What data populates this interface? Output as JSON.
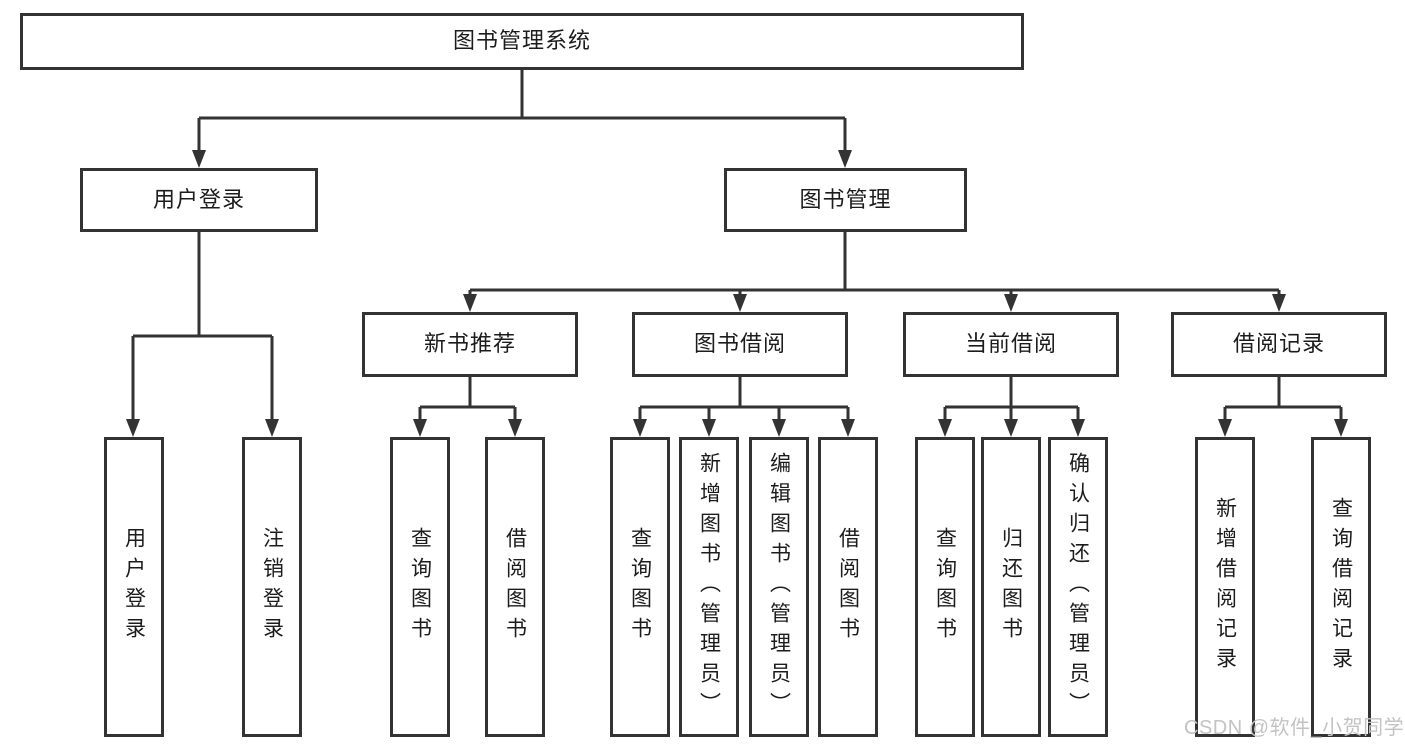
{
  "colors": {
    "line": "#333333",
    "box_border": "#333333",
    "box_bg": "#ffffff",
    "text": "#1c1c1c",
    "watermark": "#c3c3c3"
  },
  "diagram": {
    "root": {
      "label": "图书管理系统"
    },
    "branches": [
      {
        "label": "用户登录",
        "children": [
          {
            "label": "用户登录"
          },
          {
            "label": "注销登录"
          }
        ]
      },
      {
        "label": "图书管理",
        "children": [
          {
            "label": "新书推荐",
            "children": [
              {
                "label": "查询图书"
              },
              {
                "label": "借阅图书"
              }
            ]
          },
          {
            "label": "图书借阅",
            "children": [
              {
                "label": "查询图书"
              },
              {
                "label": "新增图书（管理员）"
              },
              {
                "label": "编辑图书（管理员）"
              },
              {
                "label": "借阅图书"
              }
            ]
          },
          {
            "label": "当前借阅",
            "children": [
              {
                "label": "查询图书"
              },
              {
                "label": "归还图书"
              },
              {
                "label": "确认归还（管理员）"
              }
            ]
          },
          {
            "label": "借阅记录",
            "children": [
              {
                "label": "新增借阅记录"
              },
              {
                "label": "查询借阅记录"
              }
            ]
          }
        ]
      }
    ]
  },
  "watermark": {
    "text": "CSDN @软件_小贺同学"
  }
}
